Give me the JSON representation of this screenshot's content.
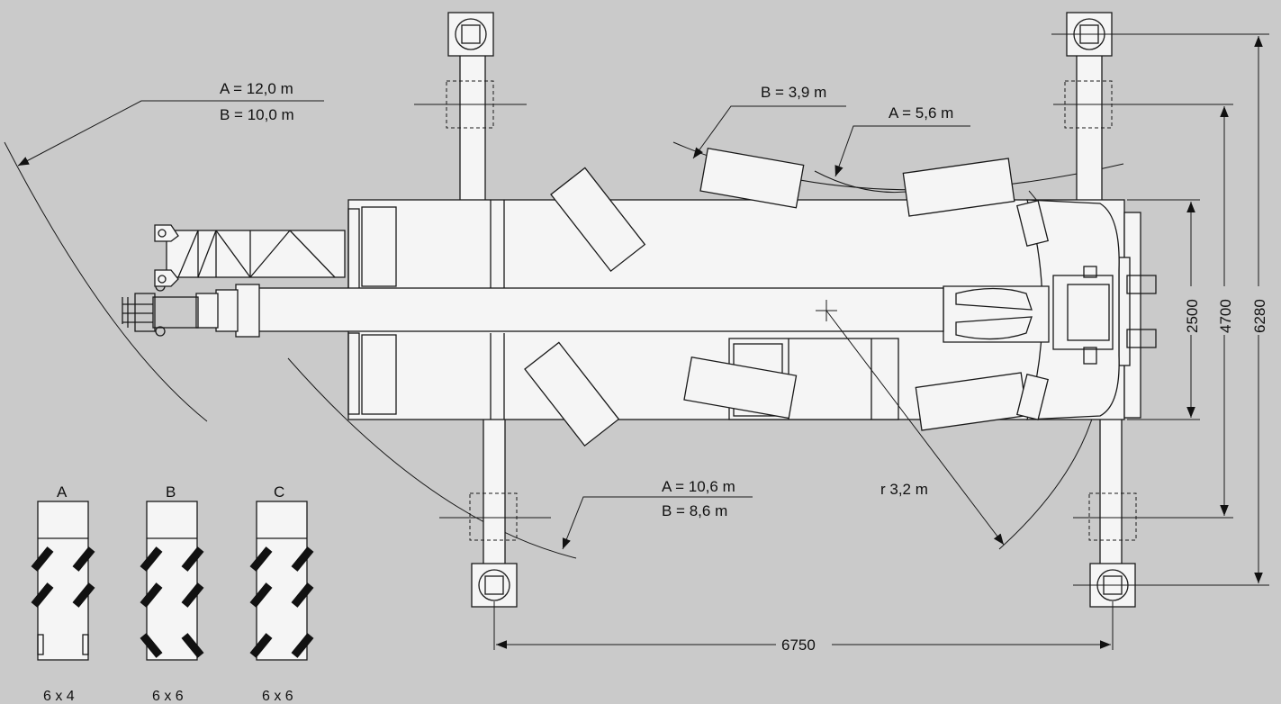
{
  "radius_labels": {
    "front_A": "A = 12,0 m",
    "front_B": "B = 10,0 m",
    "top_B": "B = 3,9 m",
    "top_A": "A = 5,6 m",
    "rear_A": "A = 10,6 m",
    "rear_B": "B = 8,6 m",
    "swing_r": "r 3,2 m"
  },
  "dimensions": {
    "width_2500": "2500",
    "outrigger_4700": "4700",
    "outrigger_6280": "6280",
    "outrigger_length_6750": "6750"
  },
  "steering_modes": [
    {
      "letter": "A",
      "config": "6 x 4"
    },
    {
      "letter": "B",
      "config": "6 x 6"
    },
    {
      "letter": "C",
      "config": "6 x 6"
    }
  ]
}
